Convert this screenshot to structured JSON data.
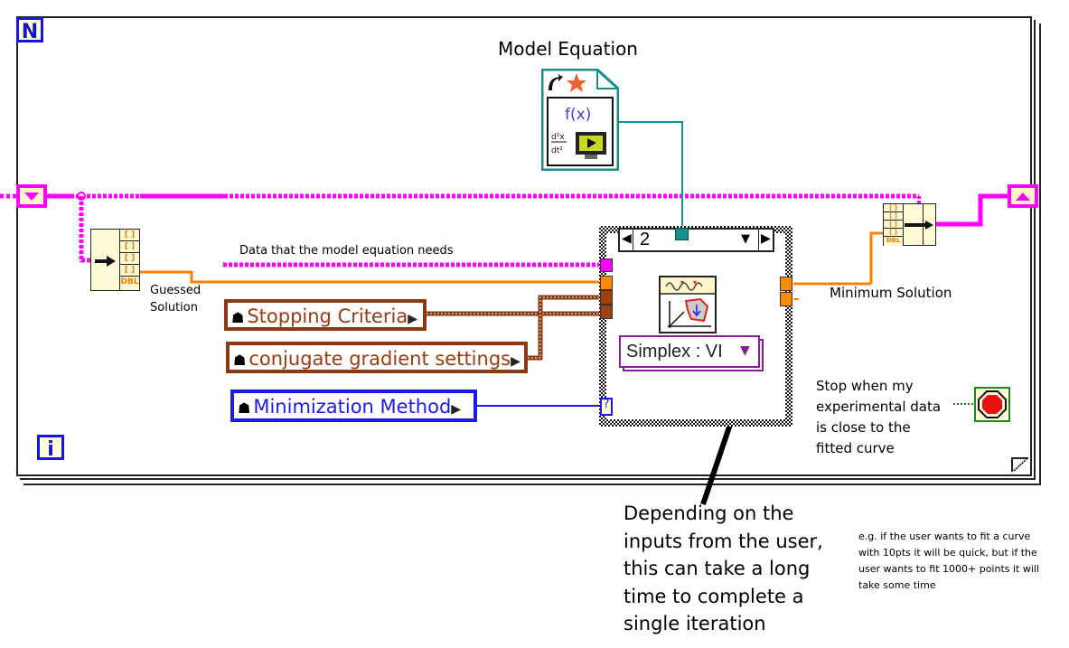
{
  "diagram": {
    "type": "LabVIEW block diagram",
    "loop": {
      "count_terminal": "N",
      "iteration_terminal": "i"
    },
    "labels": {
      "model_equation": "Model Equation",
      "data_needed": "Data that the model equation needs",
      "guessed_solution_line1": "Guessed",
      "guessed_solution_line2": "Solution",
      "minimum_solution": "Minimum Solution",
      "stop_note_lines": [
        "Stop when my",
        "experimental data",
        "is close to the",
        "fitted curve"
      ]
    },
    "constants": {
      "stopping_criteria": "Stopping Criteria",
      "conjugate_gradient": "conjugate gradient settings",
      "minimization_method": "Minimization Method"
    },
    "case_structure": {
      "selector_value": "2",
      "selector_tunnel": "?"
    },
    "method_ring": "Simplex : VI",
    "cluster": {
      "slots": [
        "[ ]",
        "[ ]",
        "[ ]",
        "[ ]",
        "DBL"
      ]
    },
    "model_icon": {
      "glyph": "f(x)",
      "deriv": "d²x/dt²"
    },
    "annotations": {
      "main_note_lines": [
        "Depending on the",
        "inputs from the user,",
        "this can take a long",
        "time to complete a",
        "single iteration"
      ],
      "side_note_lines": [
        "e.g. if the user wants to fit a curve",
        "with 10pts it will be quick, but if the",
        "user wants to fit 1000+ points it will",
        "take some time"
      ]
    },
    "colors": {
      "wire_pink": "#ff00ff",
      "wire_orange": "#ff7f00",
      "wire_brown": "#8a3a10",
      "wire_blue": "#1a1ae6",
      "wire_teal": "#1a8c8c",
      "wire_green": "#1b8a1b"
    }
  }
}
